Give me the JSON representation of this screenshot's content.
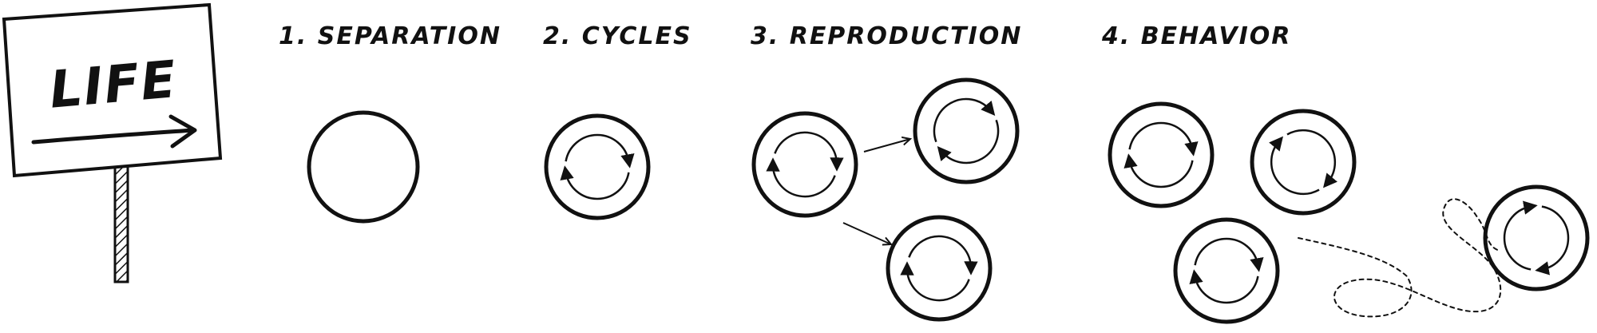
{
  "sign": {
    "text": "LIFE"
  },
  "stages": [
    {
      "label": "1. SEPARATION"
    },
    {
      "label": "2. CYCLES"
    },
    {
      "label": "3. REPRODUCTION"
    },
    {
      "label": "4. BEHAVIOR"
    }
  ],
  "colors": {
    "ink": "#111111",
    "background": "#ffffff"
  }
}
